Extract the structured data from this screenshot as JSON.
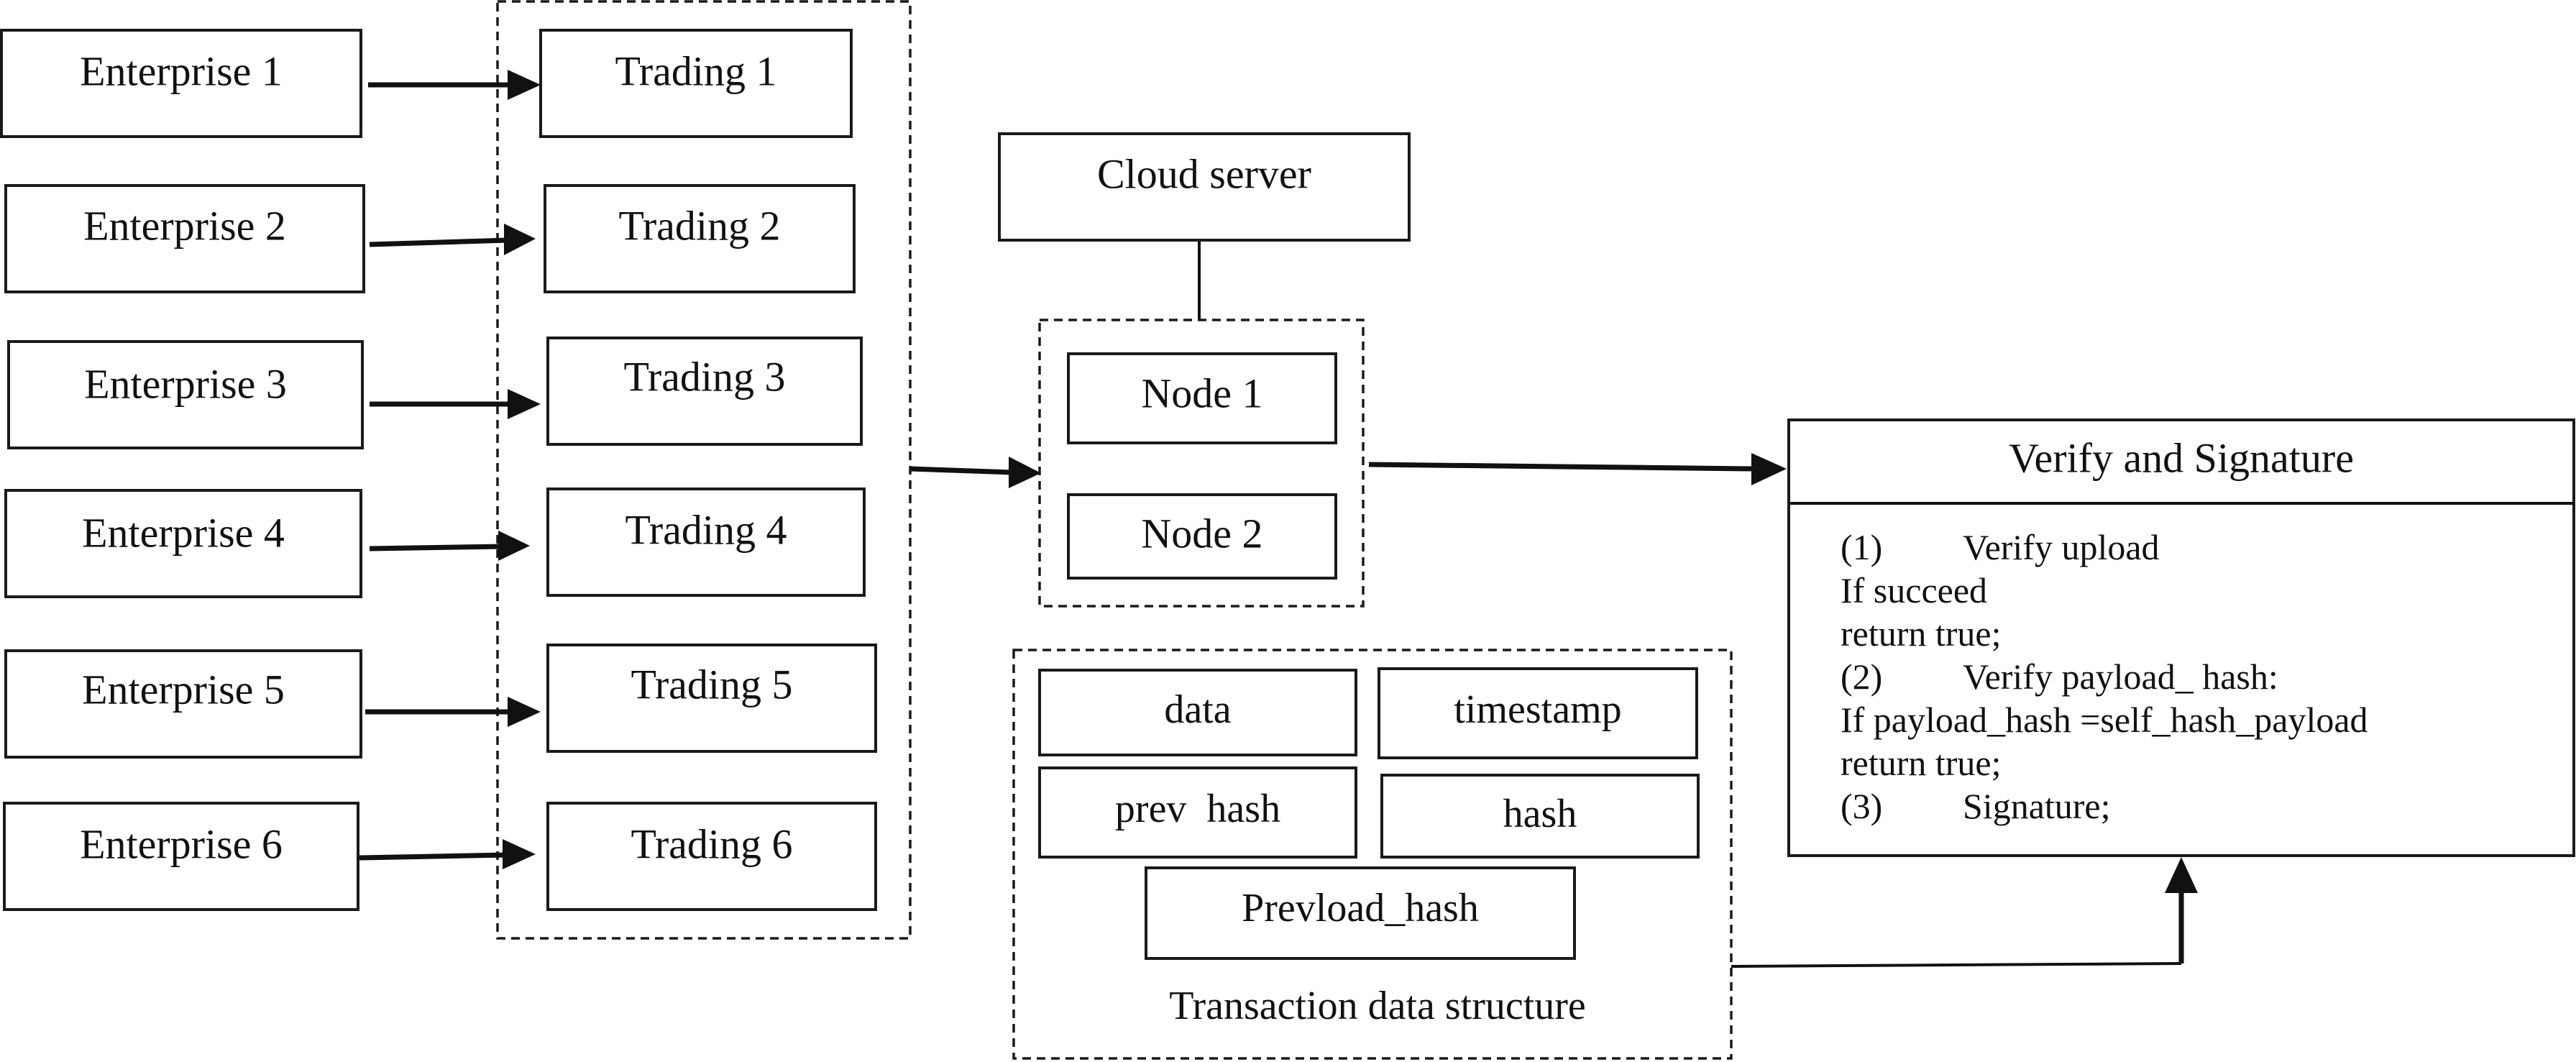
{
  "enterprises": [
    "Enterprise 1",
    "Enterprise 2",
    "Enterprise 3",
    "Enterprise 4",
    "Enterprise 5",
    "Enterprise 6"
  ],
  "tradings": [
    "Trading 1",
    "Trading 2",
    "Trading 3",
    "Trading 4",
    "Trading 5",
    "Trading 6"
  ],
  "cloud_server": "Cloud server",
  "nodes": [
    "Node 1",
    "Node 2"
  ],
  "transaction": {
    "fields": [
      "data",
      "timestamp",
      "prev  hash",
      "hash",
      "Prevload_hash"
    ],
    "caption": "Transaction data structure"
  },
  "verify": {
    "title": "Verify and Signature",
    "lines": [
      {
        "num": "(1)",
        "text": "Verify upload"
      },
      {
        "num": "",
        "text": "If succeed"
      },
      {
        "num": "",
        "text": "return true;"
      },
      {
        "num": "(2)",
        "text": "Verify payload_ hash:"
      },
      {
        "num": "",
        "text": "If payload_hash =self_hash_payload"
      },
      {
        "num": "",
        "text": "return true;"
      },
      {
        "num": "(3)",
        "text": "Signature;"
      }
    ]
  }
}
